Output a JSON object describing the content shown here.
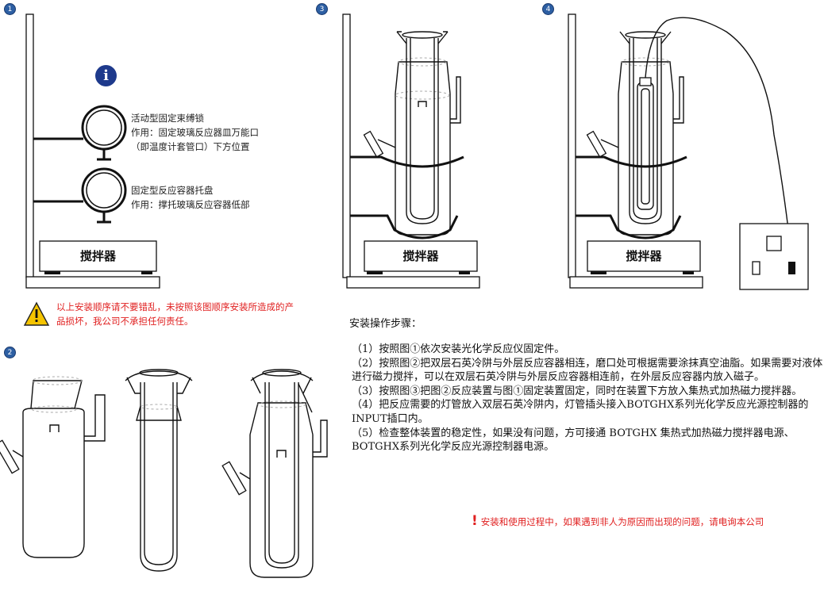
{
  "step_numbers": [
    "1",
    "3",
    "4",
    "2"
  ],
  "fig1": {
    "clamp_title": "活动型固定束缚锁",
    "clamp_desc1": "作用：固定玻璃反应器皿万能口",
    "clamp_desc2": "（即温度计套管口）下方位置",
    "tray_title": "固定型反应容器托盘",
    "tray_desc": "作用：撑托玻璃反应容器低部",
    "mixer_label": "搅拌器"
  },
  "fig3": {
    "mixer_label": "搅拌器"
  },
  "fig4": {
    "mixer_label": "搅拌器"
  },
  "warning": "以上安装顺序请不要错乱，未按照该图顺序安装所造成的产品损坏，我公司不承担任何责任。",
  "instructions": {
    "title": "安装操作步骤：",
    "steps": [
      "（1）按照图①依次安装光化学反应仪固定件。",
      "（2）按照图②把双层石英冷阱与外层反应容器相连，磨口处可根据需要涂抹真空油脂。如果需要对液体进行磁力搅拌，可以在双层石英冷阱与外层反应容器相连前，在外层反应容器内放入磁子。",
      "（3）按照图③把图②反应装置与图①固定装置固定，同时在装置下方放入集热式加热磁力搅拌器。",
      "（4）把反应需要的灯管放入双层石英冷阱内，灯管插头接入BOTGHX系列光化学反应光源控制器的INPUT插口内。",
      "（5）检查整体装置的稳定性，如果没有问题，方可接通 BOTGHX 集热式加热磁力搅拌器电源、BOTGHX系列光化学反应光源控制器电源。"
    ],
    "notice": "安装和使用过程中，如果遇到非人为原因而出现的问题，请电询本公司"
  },
  "colors": {
    "step_badge": "#2d5fa3",
    "warning_text": "#e02020",
    "info_icon": "#1e3a8c"
  }
}
